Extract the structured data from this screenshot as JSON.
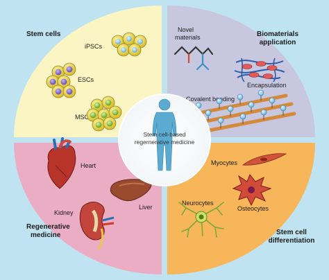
{
  "center": {
    "line1": "Stem cell-based",
    "line2": "regernerative medicine"
  },
  "quadrants": {
    "stem_cells": {
      "title": "Stem cells",
      "labels": [
        "iPSCs",
        "ESCs",
        "MSCs"
      ]
    },
    "biomaterials": {
      "title_line1": "Biomaterials",
      "title_line2": "application",
      "labels": {
        "novel_line1": "Novel",
        "novel_line2": "materials",
        "encapsulation": "Encapsulation",
        "covalent": "Covalent bonding"
      }
    },
    "regenerative": {
      "title_line1": "Regenerative",
      "title_line2": "medicine",
      "labels": {
        "heart": "Heart",
        "liver": "Liver",
        "kidney": "Kidney"
      }
    },
    "differentiation": {
      "title_line1": "Stem cell",
      "title_line2": "differentiation",
      "labels": {
        "myocytes": "Myocytes",
        "neurocytes": "Neurocytes",
        "osteocytes": "Osteocytes"
      }
    }
  },
  "colors": {
    "background": "#bfe3f1",
    "stem_cells": "#fbf5c4",
    "biomaterials": "#c7c8e0",
    "regenerative": "#ebadc4",
    "differentiation": "#f8b65a"
  }
}
